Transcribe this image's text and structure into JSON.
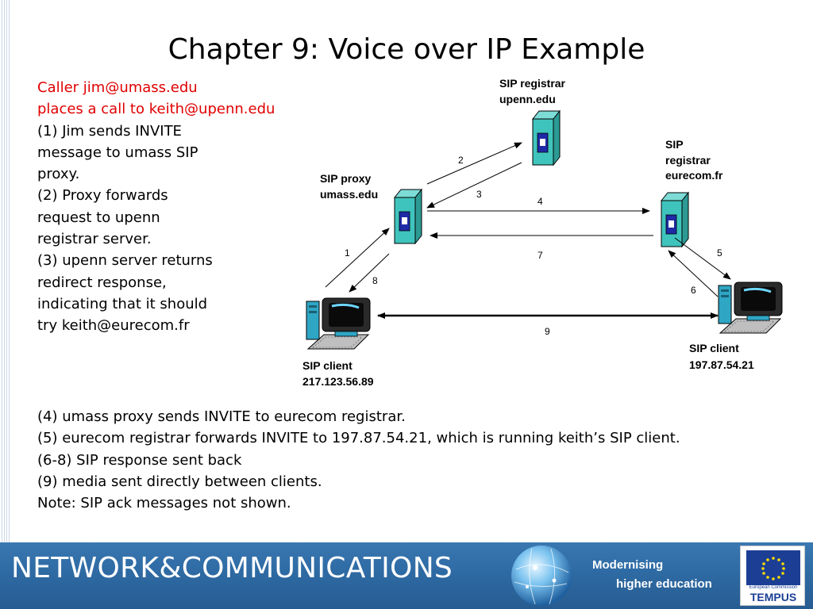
{
  "slide": {
    "title": "Chapter 9: Voice over IP Example"
  },
  "left_text": {
    "red_line_1": "Caller jim@umass.edu",
    "red_line_2": "places a call to keith@upenn.edu",
    "lines": [
      "(1) Jim sends INVITE",
      "message to umass SIP",
      "proxy.",
      "(2) Proxy forwards",
      "request to upenn",
      "registrar server.",
      "(3) upenn server returns",
      "redirect response,",
      "indicating that it should",
      "try keith@eurecom.fr"
    ]
  },
  "diagram": {
    "nodes": {
      "registrar_upenn": [
        "SIP registrar",
        "upenn.edu"
      ],
      "proxy_umass": [
        "SIP proxy",
        "umass.edu"
      ],
      "registrar_eurecom": [
        "SIP",
        "registrar",
        "eurecom.fr"
      ],
      "client_left": [
        "SIP client",
        "217.123.56.89"
      ],
      "client_right": [
        "SIP client",
        "197.87.54.21"
      ]
    },
    "steps": [
      "1",
      "2",
      "3",
      "4",
      "5",
      "6",
      "7",
      "8",
      "9"
    ]
  },
  "bottom_text": {
    "lines": [
      "(4) umass proxy sends INVITE to eurecom registrar.",
      "(5) eurecom registrar forwards INVITE to 197.87.54.21, which is running keith’s SIP client.",
      "(6-8) SIP response sent back",
      "(9) media sent directly between clients.",
      "Note: SIP ack messages not shown."
    ]
  },
  "footer": {
    "brand": "NETWORK&COMMUNICATIONS",
    "tagline_1": "Modernising",
    "tagline_2": "higher education",
    "eu_caption": "European Commission",
    "eu_program": "TEMPUS",
    "background_color": "#2e6aa3"
  }
}
